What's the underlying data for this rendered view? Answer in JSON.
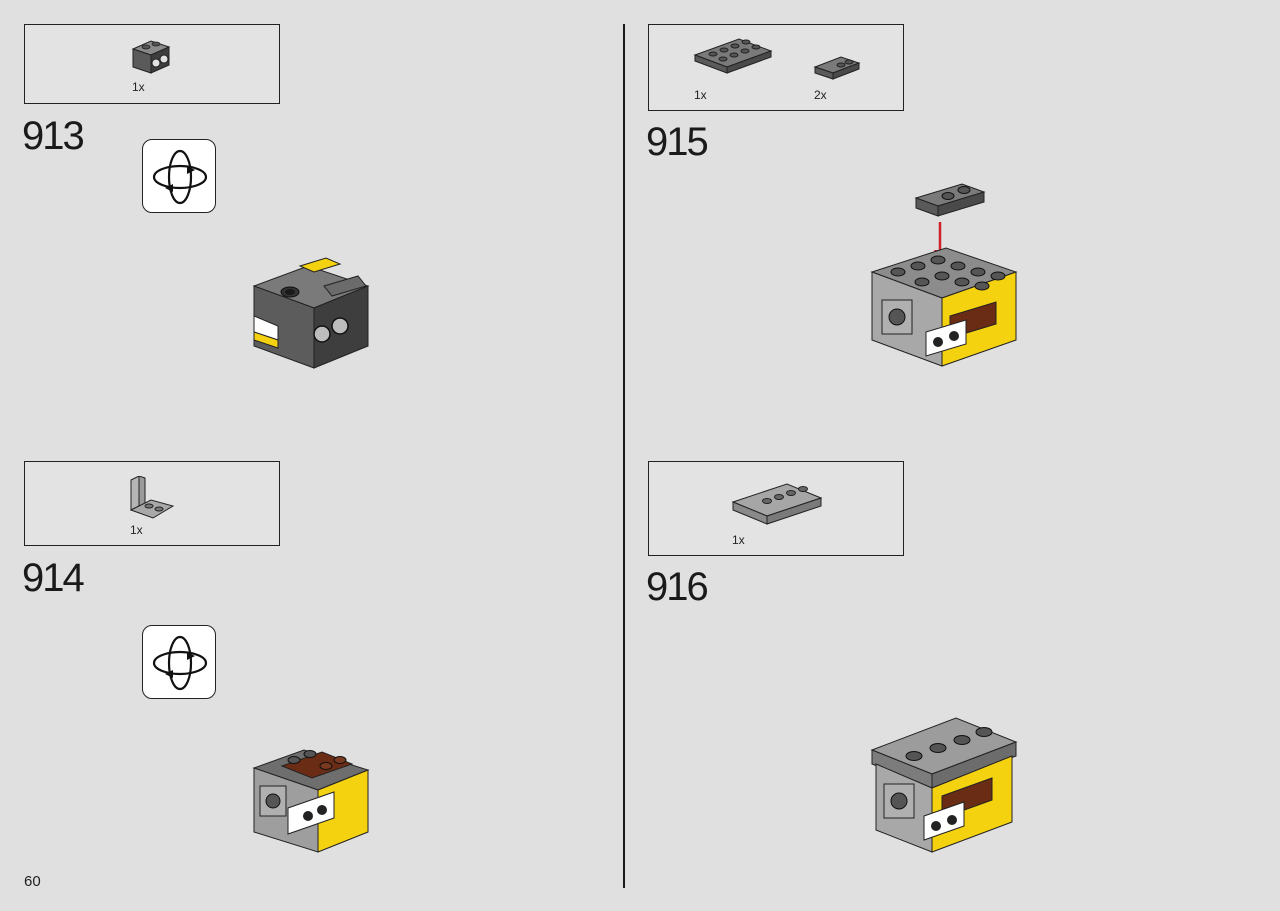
{
  "page_number": "60",
  "steps": [
    {
      "number": "913",
      "parts": [
        {
          "qty": "1x",
          "piece": "technic-brick-1x2-dark-gray"
        }
      ],
      "rotate": true
    },
    {
      "number": "914",
      "parts": [
        {
          "qty": "1x",
          "piece": "bracket-1x2-2x2-light-gray"
        }
      ],
      "rotate": true
    },
    {
      "number": "915",
      "parts": [
        {
          "qty": "1x",
          "piece": "plate-2x4-dark-gray"
        },
        {
          "qty": "2x",
          "piece": "plate-1x2-rail-dark-gray"
        }
      ],
      "rotate": false
    },
    {
      "number": "916",
      "parts": [
        {
          "qty": "1x",
          "piece": "tile-2x4-with-studs-light-gray"
        }
      ],
      "rotate": false
    }
  ],
  "colors": {
    "dark_gray": "#6b6b6b",
    "light_gray": "#9c9c9c",
    "yellow": "#f5d210",
    "brown": "#6a2c14",
    "arrow_red": "#d0202a"
  }
}
